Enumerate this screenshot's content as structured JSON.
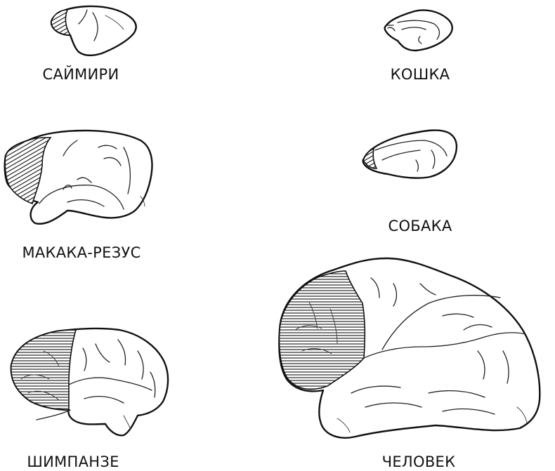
{
  "figure": {
    "description": "Lateral views of brains of six mammals; hatched area marks the prefrontal cortex",
    "hatch_color": "#111111",
    "background": "#ffffff"
  },
  "species": [
    {
      "id": "saimiri",
      "label": "САЙМИРИ"
    },
    {
      "id": "cat",
      "label": "КОШКА"
    },
    {
      "id": "rhesus",
      "label": "МАКАКА-РЕЗУС"
    },
    {
      "id": "dog",
      "label": "СОБАКА"
    },
    {
      "id": "chimp",
      "label": "ШИМПАНЗЕ"
    },
    {
      "id": "human",
      "label": "ЧЕЛОВЕК"
    }
  ]
}
